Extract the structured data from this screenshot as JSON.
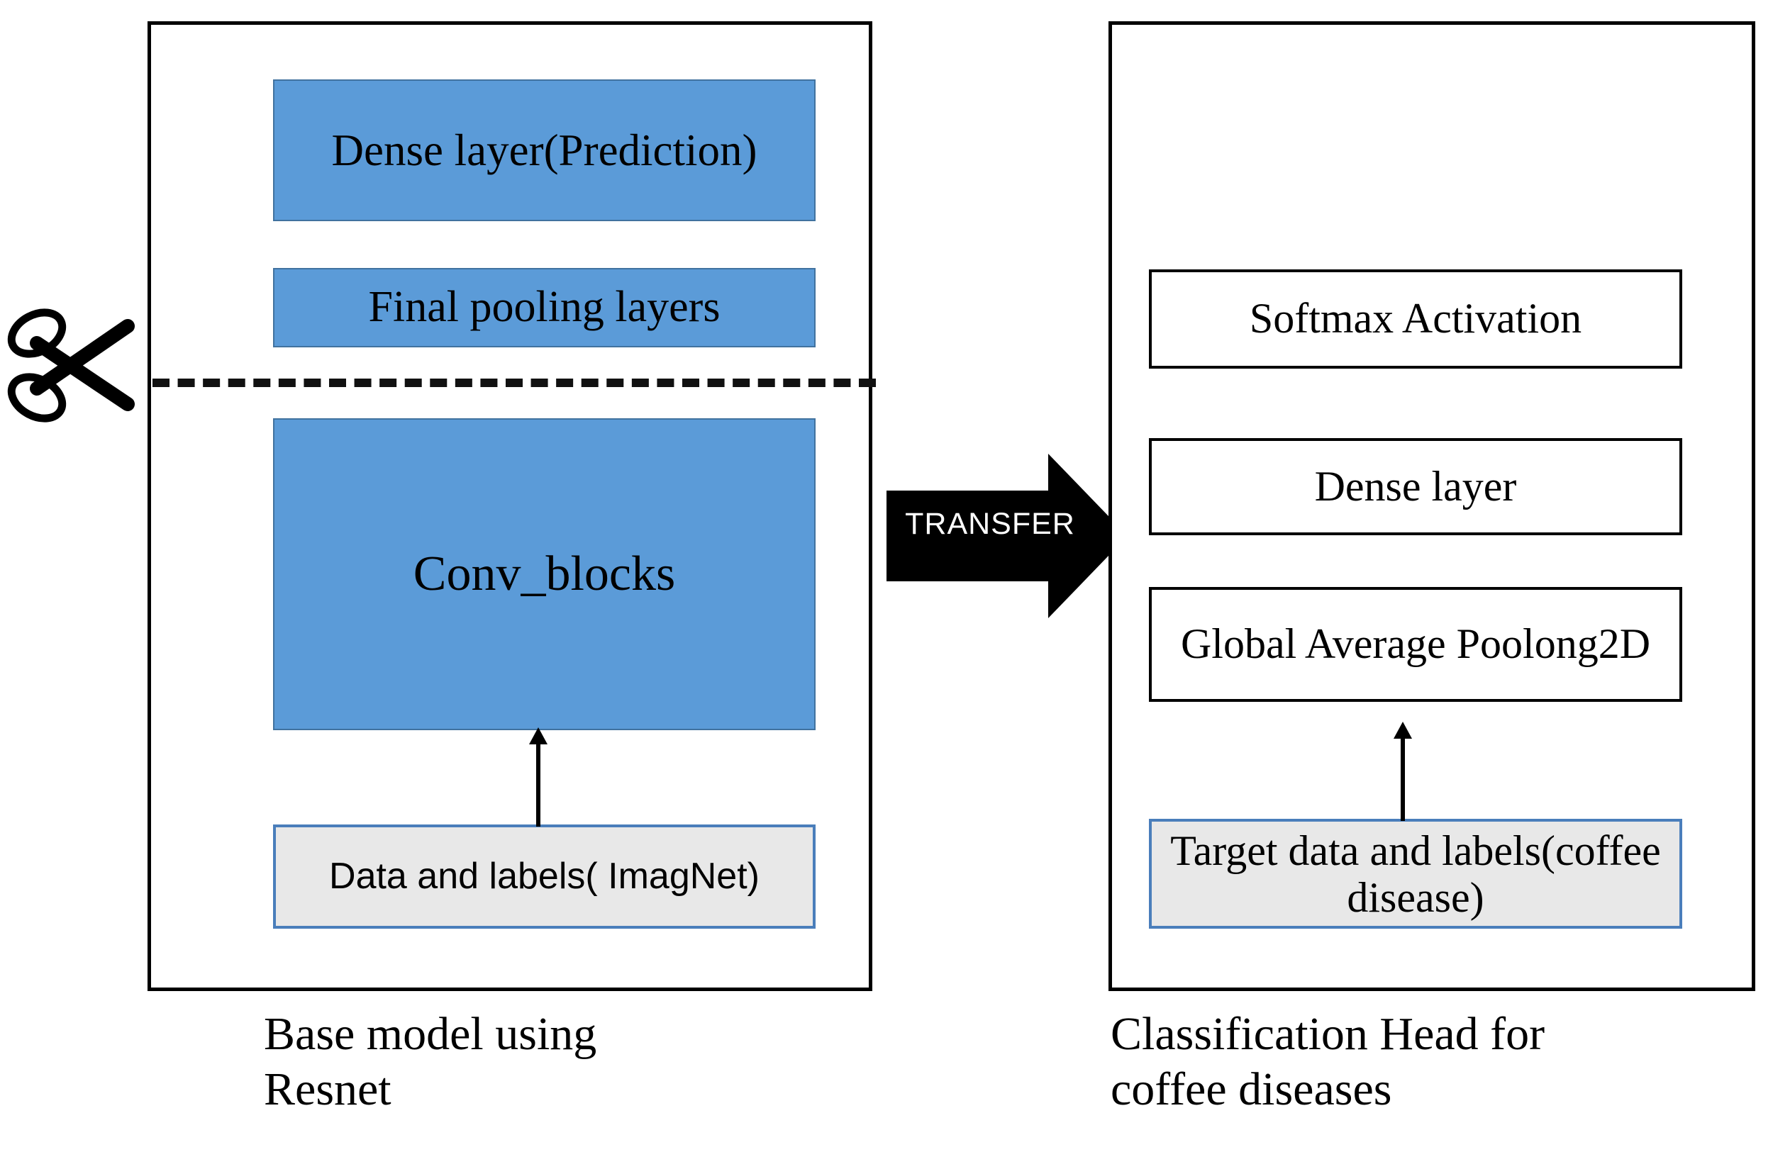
{
  "diagram": {
    "title": "Transfer learning diagram: base Resnet model to coffee-disease classification head",
    "colors": {
      "layer_blue": "#5b9bd8",
      "layer_blue_border": "#41729f",
      "data_box_grey": "#e8e8e8",
      "data_box_border": "#4a7ebb",
      "panel_border": "#000000",
      "transfer_arrow": "#000000",
      "transfer_label_text": "#ffffff"
    }
  },
  "base_panel": {
    "caption": "Base model using\nResnet",
    "layers": [
      {
        "id": "dense-prediction",
        "label": "Dense\nlayer(Prediction)",
        "style": "blue"
      },
      {
        "id": "final-pooling",
        "label": "Final pooling layers",
        "style": "blue"
      },
      {
        "id": "conv-blocks",
        "label": "Conv_blocks",
        "style": "blue"
      }
    ],
    "data_box": {
      "id": "imagenet-data",
      "label": "Data and labels( ImagNet)"
    },
    "cut": {
      "icon": "scissors-icon",
      "line_style": "dashed"
    }
  },
  "transfer": {
    "label": "TRANSFER",
    "direction": "right"
  },
  "head_panel": {
    "caption": "Classification Head for\ncoffee diseases",
    "layers": [
      {
        "id": "softmax-activation",
        "label": "Softmax Activation",
        "style": "white"
      },
      {
        "id": "dense-layer",
        "label": "Dense layer",
        "style": "white"
      },
      {
        "id": "global-avg-pool",
        "label": "Global Average\nPoolong2D",
        "style": "white"
      }
    ],
    "data_box": {
      "id": "target-data",
      "label": "Target data and\nlabels(coffee disease)"
    }
  }
}
